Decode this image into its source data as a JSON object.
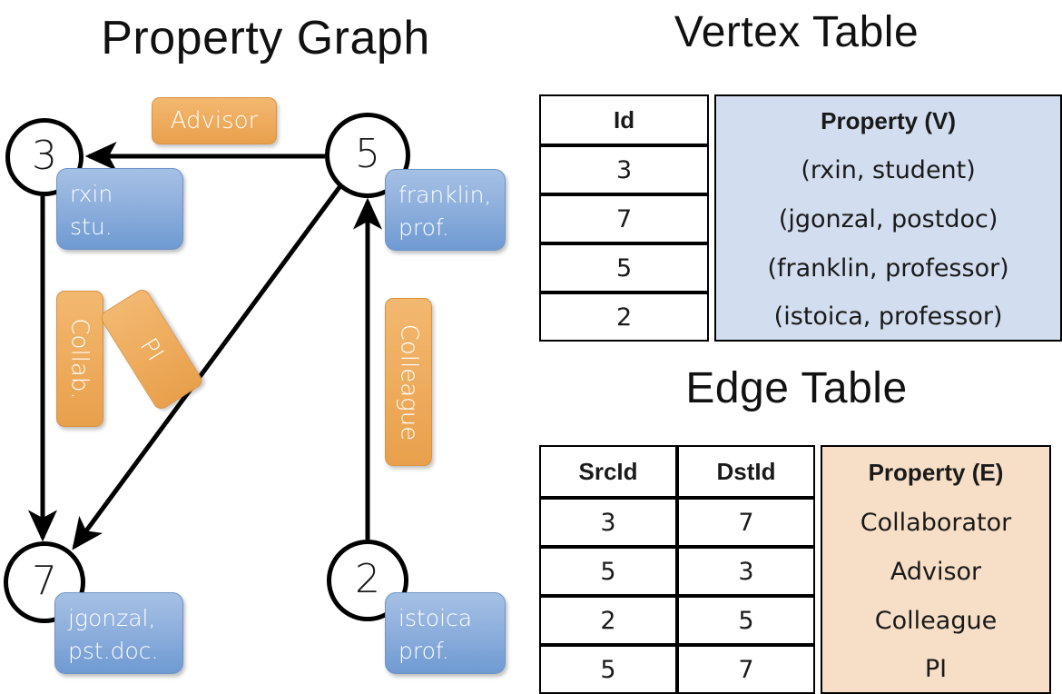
{
  "titles": {
    "property_graph": "Property Graph",
    "vertex_table": "Vertex Table",
    "edge_table": "Edge Table"
  },
  "colors": {
    "vertex_property_bg": "#d2ddef",
    "edge_property_bg": "#f7dfc7",
    "vertex_box_blue": "#8fb0dd",
    "edge_label_orange": "#eeab5c",
    "stroke": "#000000",
    "page_bg": "#ffffff"
  },
  "graph": {
    "vertices": [
      {
        "id": "3",
        "name": "rxin",
        "role": "stu."
      },
      {
        "id": "5",
        "name": "franklin,",
        "role": "prof."
      },
      {
        "id": "7",
        "name": "jgonzal,",
        "role": "pst.doc."
      },
      {
        "id": "2",
        "name": "istoica",
        "role": "prof."
      }
    ],
    "edge_labels": {
      "advisor": "Advisor",
      "collab": "Collab.",
      "pi": "PI",
      "colleague": "Colleague"
    }
  },
  "vertex_table": {
    "headers": [
      "Id",
      "Property (V)"
    ],
    "rows": [
      {
        "id": "3",
        "property": "(rxin, student)"
      },
      {
        "id": "7",
        "property": "(jgonzal, postdoc)"
      },
      {
        "id": "5",
        "property": "(franklin, professor)"
      },
      {
        "id": "2",
        "property": "(istoica, professor)"
      }
    ]
  },
  "edge_table": {
    "headers": [
      "SrcId",
      "DstId",
      "Property (E)"
    ],
    "rows": [
      {
        "src": "3",
        "dst": "7",
        "property": "Collaborator"
      },
      {
        "src": "5",
        "dst": "3",
        "property": "Advisor"
      },
      {
        "src": "2",
        "dst": "5",
        "property": "Colleague"
      },
      {
        "src": "5",
        "dst": "7",
        "property": "PI"
      }
    ]
  }
}
